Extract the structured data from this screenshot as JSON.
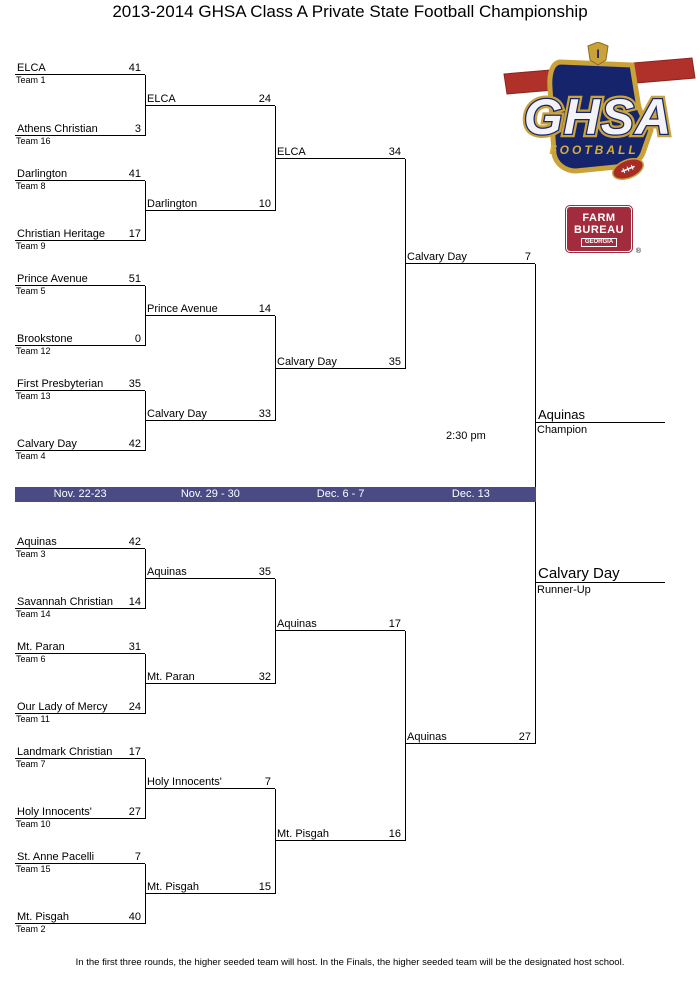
{
  "page": {
    "title": "2013-2014 GHSA Class A Private State Football Championship",
    "footer": "In the first three rounds, the higher seeded team will host.  In the Finals, the higher seeded team will be the designated host school."
  },
  "rounds_bar": {
    "background_color": "#4a4a85",
    "labels": [
      "Nov. 22-23",
      "Nov. 29 - 30",
      "Dec. 6 - 7",
      "Dec. 13"
    ]
  },
  "final": {
    "time": "2:30 pm"
  },
  "results": {
    "champion": {
      "team": "Aquinas",
      "label": "Champion"
    },
    "runner_up": {
      "team": "Calvary Day",
      "label": "Runner-Up"
    }
  },
  "logos": {
    "ghsa": {
      "name": "GHSA",
      "sub": "FOOTBALL",
      "crest": "I",
      "primary_color": "#1a2a6c",
      "accent_color": "#c9a23a"
    },
    "farm_bureau": {
      "line1": "FARM",
      "line2": "BUREAU",
      "line3": "GEORGIA",
      "reg": "®",
      "background_color": "#a22c3e"
    }
  },
  "bracket": {
    "upper": {
      "round1": [
        {
          "team": "ELCA",
          "score": "41",
          "seed": "Team 1"
        },
        {
          "team": "Athens Christian",
          "score": "3",
          "seed": "Team 16"
        },
        {
          "team": "Darlington",
          "score": "41",
          "seed": "Team 8"
        },
        {
          "team": "Christian Heritage",
          "score": "17",
          "seed": "Team 9"
        },
        {
          "team": "Prince Avenue",
          "score": "51",
          "seed": "Team 5"
        },
        {
          "team": "Brookstone",
          "score": "0",
          "seed": "Team 12"
        },
        {
          "team": "First Presbyterian",
          "score": "35",
          "seed": "Team 13"
        },
        {
          "team": "Calvary Day",
          "score": "42",
          "seed": "Team 4"
        }
      ],
      "round2": [
        {
          "team": "ELCA",
          "score": "24"
        },
        {
          "team": "Darlington",
          "score": "10"
        },
        {
          "team": "Prince Avenue",
          "score": "14"
        },
        {
          "team": "Calvary Day",
          "score": "33"
        }
      ],
      "round3": [
        {
          "team": "ELCA",
          "score": "34"
        },
        {
          "team": "Calvary Day",
          "score": "35"
        }
      ],
      "final": [
        {
          "team": "Calvary Day",
          "score": "7"
        }
      ]
    },
    "lower": {
      "round1": [
        {
          "team": "Aquinas",
          "score": "42",
          "seed": "Team 3"
        },
        {
          "team": "Savannah Christian",
          "score": "14",
          "seed": "Team 14"
        },
        {
          "team": "Mt. Paran",
          "score": "31",
          "seed": "Team 6"
        },
        {
          "team": "Our Lady of Mercy",
          "score": "24",
          "seed": "Team 11"
        },
        {
          "team": "Landmark Christian",
          "score": "17",
          "seed": "Team 7"
        },
        {
          "team": "Holy Innocents'",
          "score": "27",
          "seed": "Team 10"
        },
        {
          "team": "St. Anne Pacelli",
          "score": "7",
          "seed": "Team 15"
        },
        {
          "team": "Mt. Pisgah",
          "score": "40",
          "seed": "Team 2"
        }
      ],
      "round2": [
        {
          "team": "Aquinas",
          "score": "35"
        },
        {
          "team": "Mt. Paran",
          "score": "32"
        },
        {
          "team": "Holy Innocents'",
          "score": "7"
        },
        {
          "team": "Mt. Pisgah",
          "score": "15"
        }
      ],
      "round3": [
        {
          "team": "Aquinas",
          "score": "17"
        },
        {
          "team": "Mt. Pisgah",
          "score": "16"
        }
      ],
      "final": [
        {
          "team": "Aquinas",
          "score": "27"
        }
      ]
    }
  }
}
